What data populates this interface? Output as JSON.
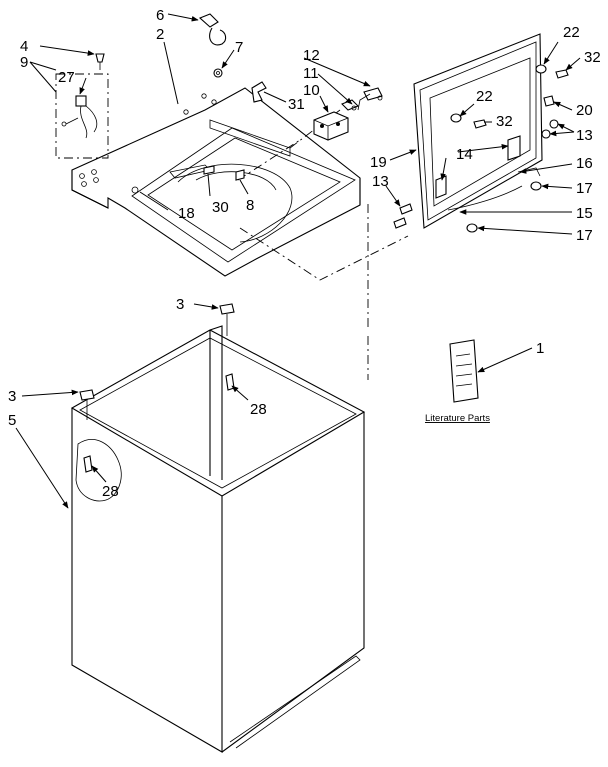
{
  "diagram": {
    "literature_label": "Literature Parts",
    "callouts": {
      "c1": "1",
      "c2": "2",
      "c3a": "3",
      "c3b": "3",
      "c4": "4",
      "c5": "5",
      "c6": "6",
      "c7": "7",
      "c8a": "8",
      "c9": "9",
      "c10": "10",
      "c11": "11",
      "c12": "12",
      "c13a": "13",
      "c13b": "13",
      "c14": "14",
      "c15": "15",
      "c16": "16",
      "c17a": "17",
      "c17b": "17",
      "c18": "18",
      "c19": "19",
      "c20": "20",
      "c22a": "22",
      "c22b": "22",
      "c27": "27",
      "c28a": "28",
      "c28b": "28",
      "c30": "30",
      "c31": "31",
      "c32a": "32",
      "c32b": "32"
    }
  }
}
